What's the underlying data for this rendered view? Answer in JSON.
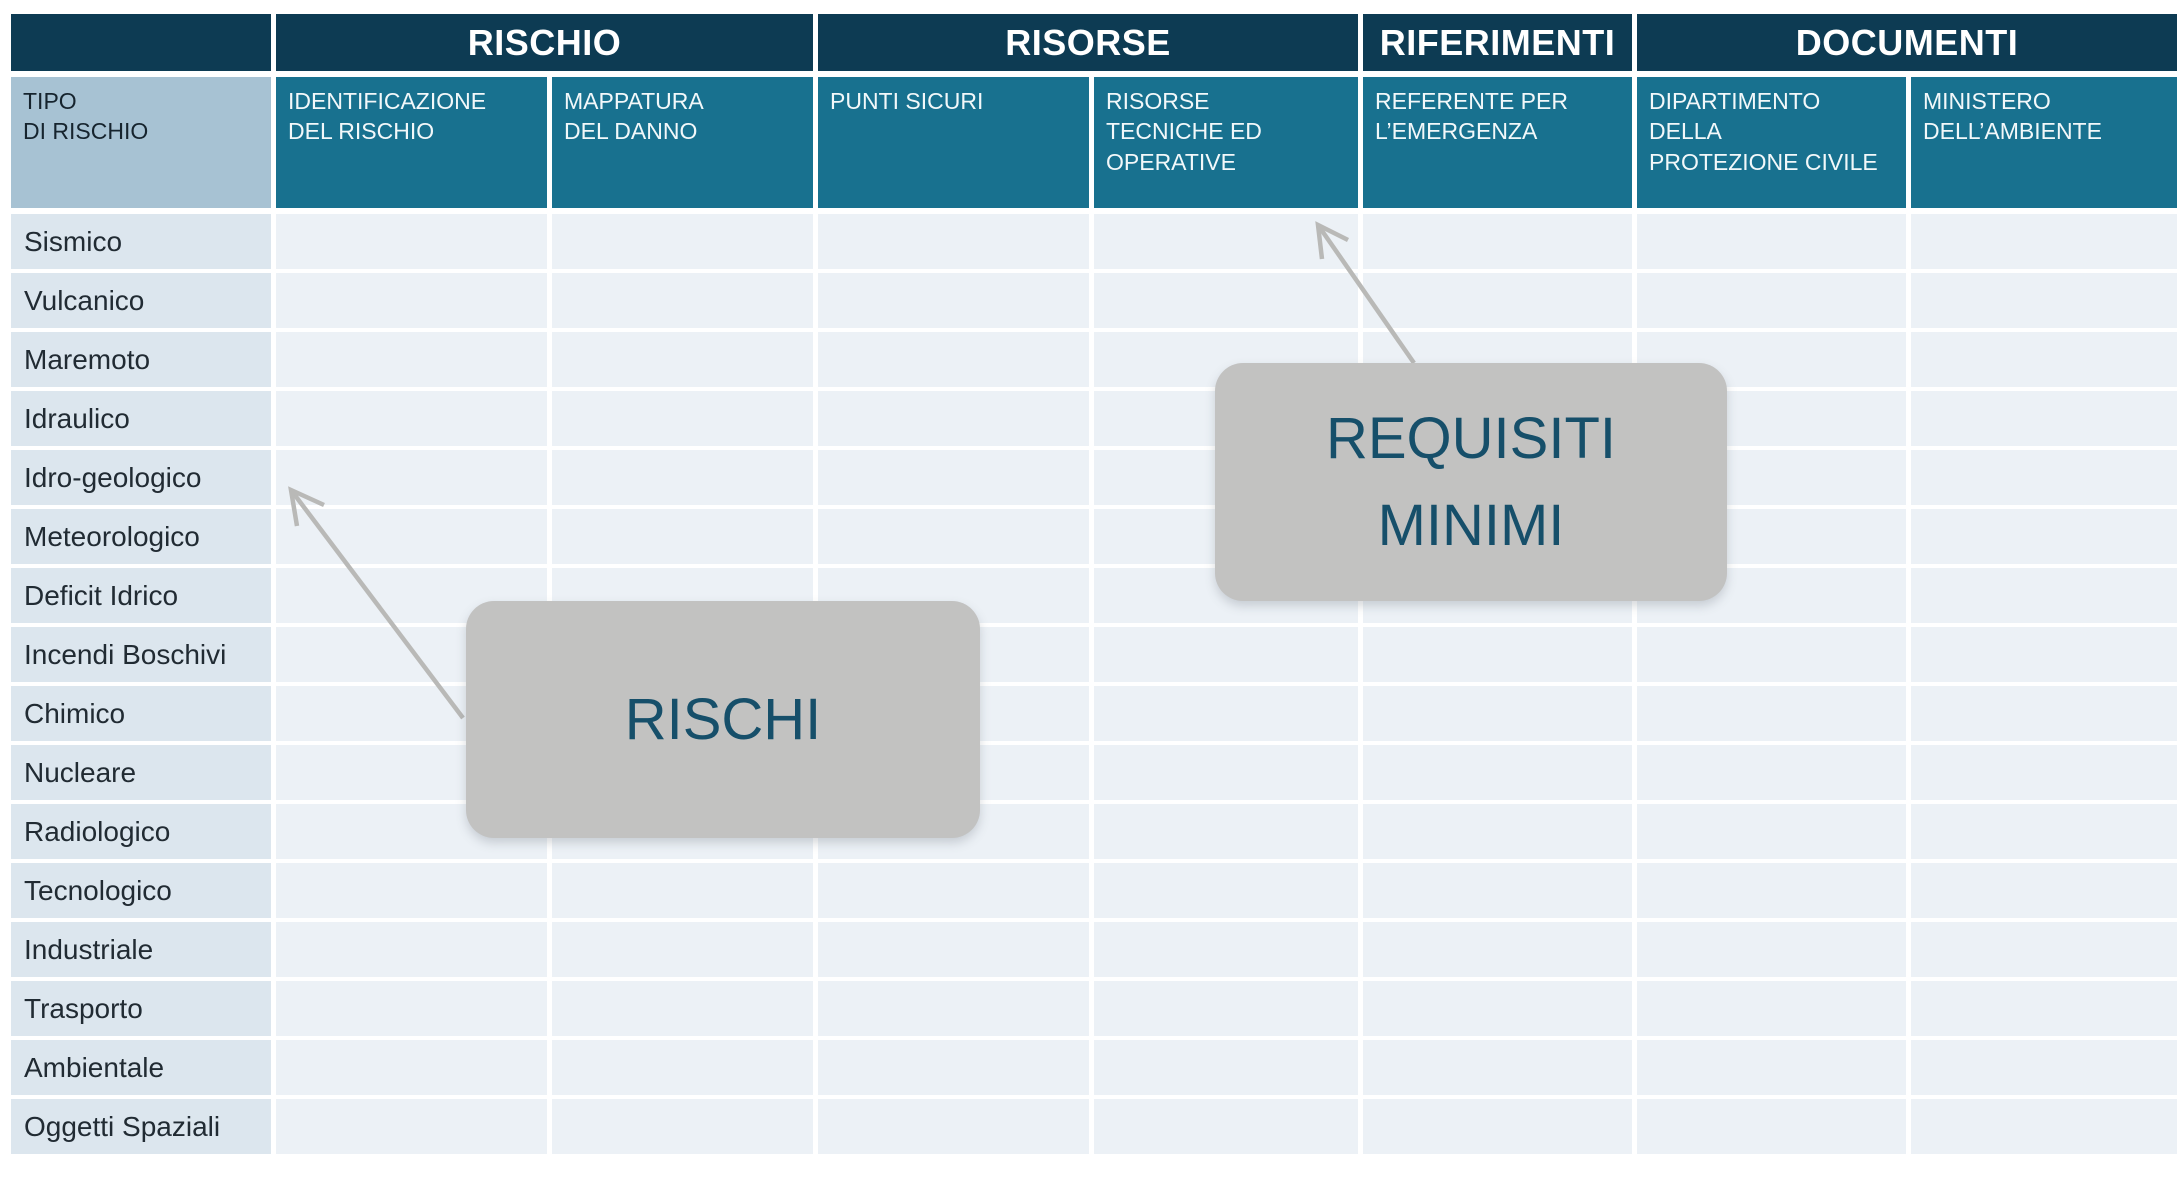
{
  "table": {
    "groups": [
      {
        "label": "RISCHIO"
      },
      {
        "label": "RISORSE"
      },
      {
        "label": "RIFERIMENTI"
      },
      {
        "label": "DOCUMENTI"
      }
    ],
    "row_header": "TIPO\nDI RISCHIO",
    "columns": [
      "IDENTIFICAZIONE\nDEL RISCHIO",
      "MAPPATURA\nDEL DANNO",
      "PUNTI SICURI",
      "RISORSE\nTECNICHE ED\nOPERATIVE",
      "REFERENTE PER\nL’EMERGENZA",
      "DIPARTIMENTO\nDELLA\nPROTEZIONE CIVILE",
      "MINISTERO\nDELL’AMBIENTE"
    ],
    "rows": [
      "Sismico",
      "Vulcanico",
      "Maremoto",
      "Idraulico",
      "Idro-geologico",
      "Meteorologico",
      "Deficit Idrico",
      "Incendi Boschivi",
      "Chimico",
      "Nucleare",
      "Radiologico",
      "Tecnologico",
      "Industriale",
      "Trasporto",
      "Ambientale",
      "Oggetti Spaziali"
    ]
  },
  "callouts": {
    "rischi": "RISCHI",
    "requisiti_minimi": "REQUISITI\nMINIMI"
  },
  "colors": {
    "header_navy": "#0d3b53",
    "header_teal": "#18718f",
    "header_text": "#ffffff",
    "row_header_bg": "#a7c2d3",
    "row_label_bg": "#dce6ee",
    "cell_bg": "#ecf1f6",
    "row_text": "#212b33",
    "callout_bg": "#c2c2c1",
    "callout_text": "#164f6a",
    "arrow": "#b9b9b7"
  }
}
